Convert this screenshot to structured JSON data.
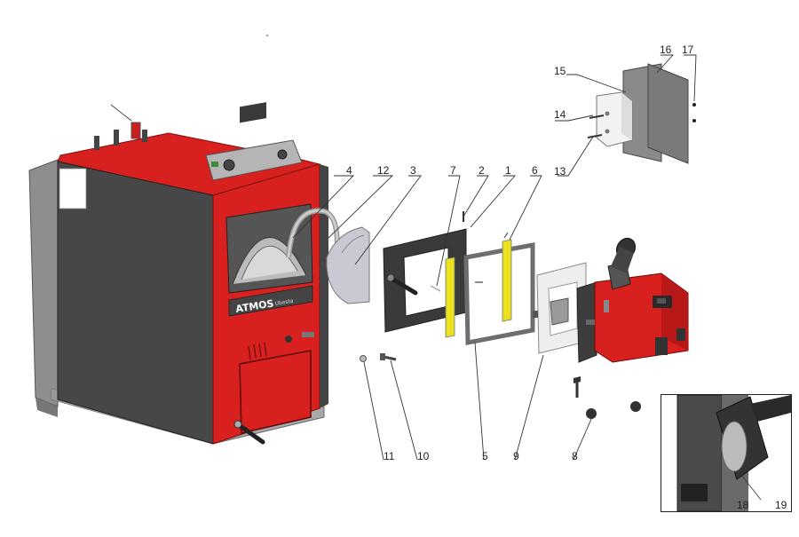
{
  "diagram": {
    "brand_text": "ATMOS",
    "model_text": "Ubesta",
    "callouts": [
      "1",
      "2",
      "3",
      "4",
      "5",
      "6",
      "7",
      "8",
      "9",
      "10",
      "11",
      "12",
      "13",
      "14",
      "15",
      "16",
      "17",
      "18",
      "19"
    ],
    "colors": {
      "boiler_red": "#d8201f",
      "boiler_dark": "#474747",
      "panel_gray": "#9a9a9a",
      "yellow_strip": "#e8e020",
      "line": "#333333"
    }
  }
}
